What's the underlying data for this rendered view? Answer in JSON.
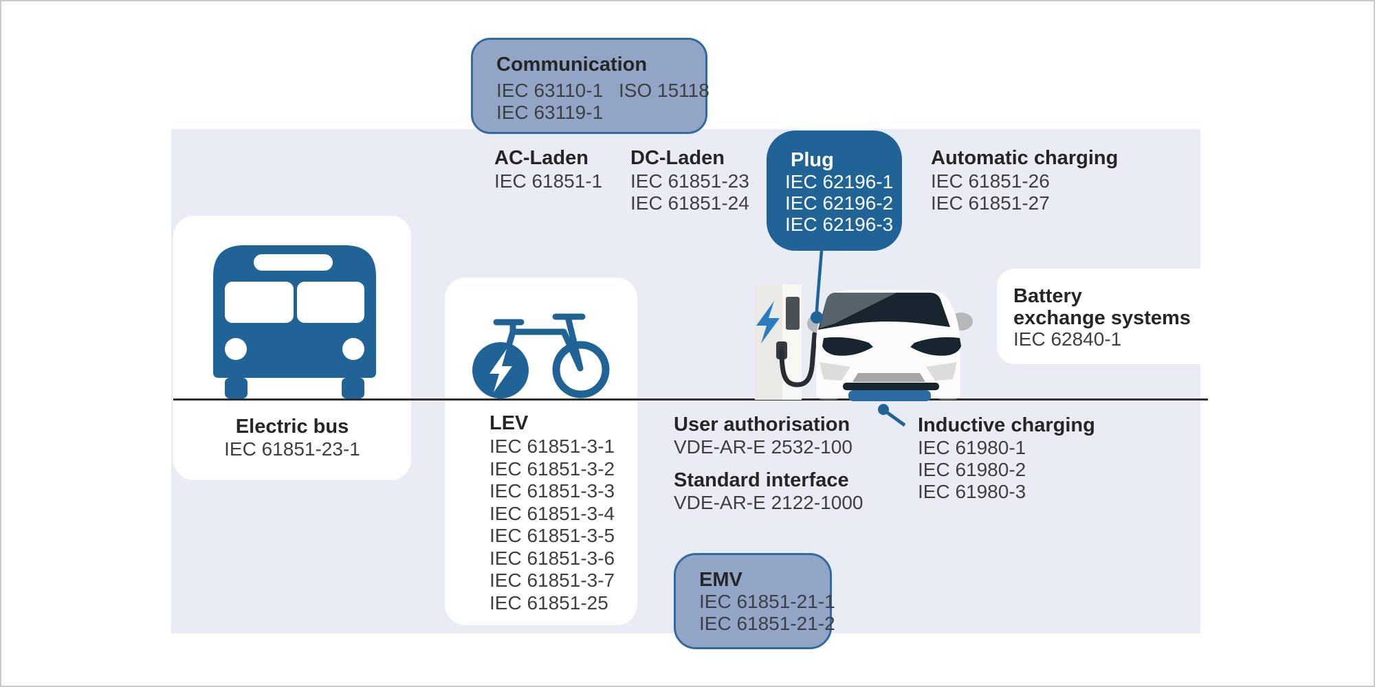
{
  "colors": {
    "accent": "#1f6397",
    "steel": "#92a5c7",
    "steel_border": "#2e6ba3",
    "panel": "#e9ecf4",
    "bolt_blue": "#2c7cc4",
    "ground_line": "#2e2e2e",
    "pad_blue": "#2d6ca3"
  },
  "communication": {
    "title": "Communication",
    "l1": "IEC 63110-1",
    "l2": "ISO 15118",
    "l3": "IEC 63119-1"
  },
  "ac": {
    "title": "AC-Laden",
    "l1": "IEC 61851-1"
  },
  "dc": {
    "title": "DC-Laden",
    "l1": "IEC 61851-23",
    "l2": "IEC 61851-24"
  },
  "plug": {
    "title": "Plug",
    "l1": "IEC 62196-1",
    "l2": "IEC 62196-2",
    "l3": "IEC 62196-3"
  },
  "auto": {
    "title": "Automatic charging",
    "l1": "IEC 61851-26",
    "l2": "IEC 61851-27"
  },
  "battery": {
    "t1": "Battery",
    "t2": "exchange systems",
    "l1": "IEC 62840-1"
  },
  "bus": {
    "title": "Electric bus",
    "l1": "IEC 61851-23-1"
  },
  "lev": {
    "title": "LEV",
    "items": [
      "IEC 61851-3-1",
      "IEC 61851-3-2",
      "IEC 61851-3-3",
      "IEC 61851-3-4",
      "IEC 61851-3-5",
      "IEC 61851-3-6",
      "IEC 61851-3-7",
      "IEC 61851-25"
    ]
  },
  "user": {
    "title": "User authorisation",
    "l1": "VDE-AR-E 2532-100"
  },
  "iface": {
    "title": "Standard interface",
    "l1": "VDE-AR-E 2122-1000"
  },
  "inductive": {
    "title": "Inductive charging",
    "l1": "IEC 61980-1",
    "l2": "IEC 61980-2",
    "l3": "IEC 61980-3"
  },
  "emv": {
    "title": "EMV",
    "l1": "IEC 61851-21-1",
    "l2": "IEC 61851-21-2"
  }
}
